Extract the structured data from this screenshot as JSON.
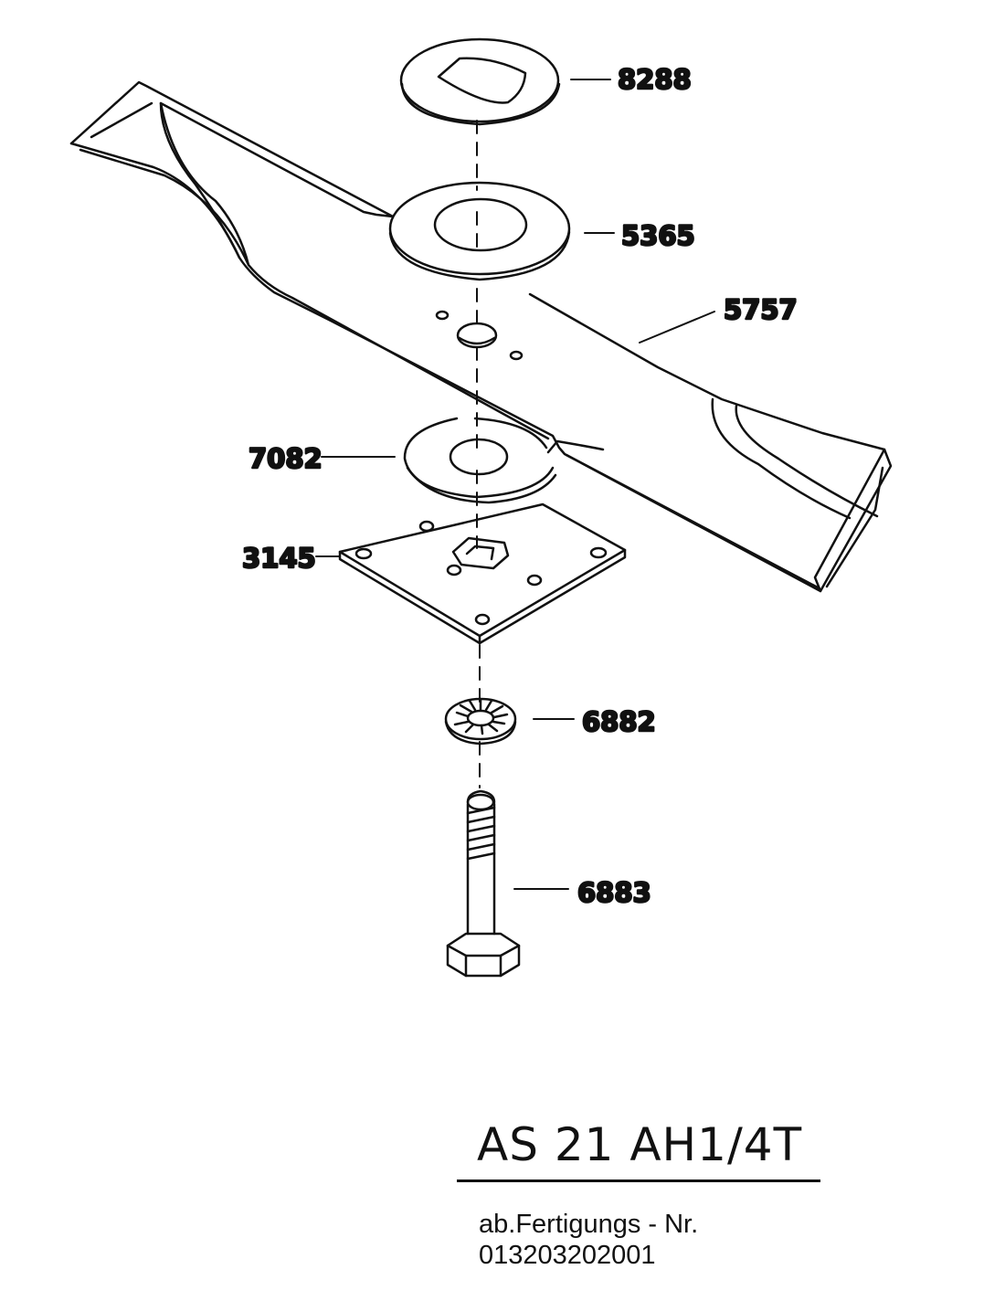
{
  "parts": {
    "washer_top": "8288",
    "washer_large": "5365",
    "blade": "5757",
    "spring_washer": "7082",
    "mounting_plate": "3145",
    "lock_washer": "6882",
    "hex_bolt": "6883"
  },
  "title_block": {
    "model": "AS 21 AH1/4T",
    "serial_caption": "ab.Fertigungs - Nr.",
    "serial_number": "013203202001"
  },
  "colors": {
    "ink": "#111111",
    "paper": "#ffffff"
  }
}
